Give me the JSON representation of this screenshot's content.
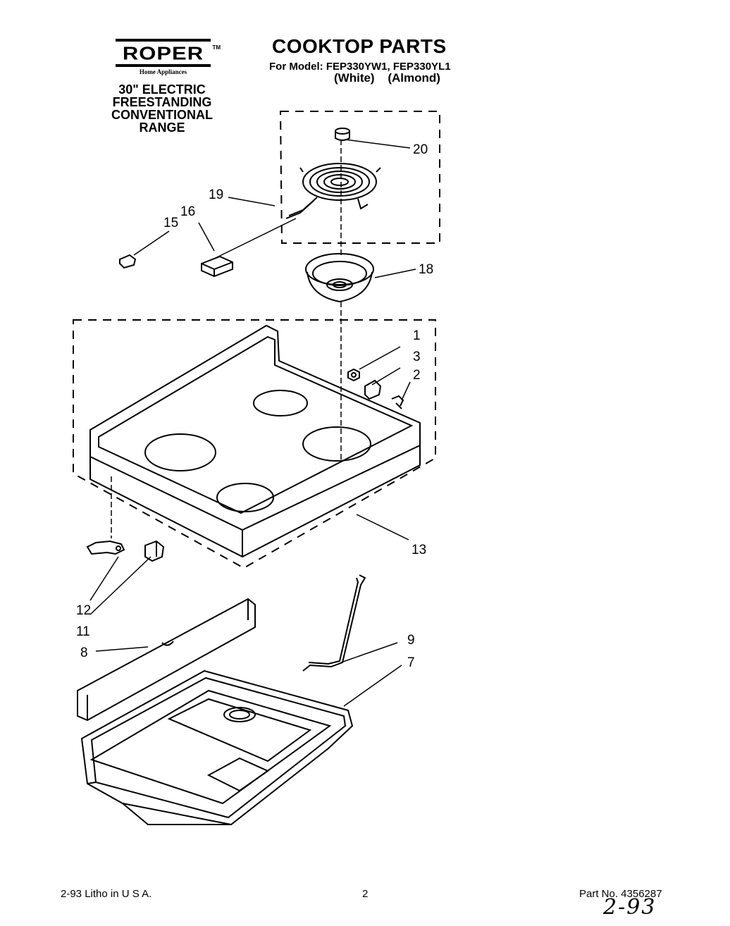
{
  "brand": {
    "name": "ROPER",
    "trademark": "TM",
    "tagline": "Home Appliances"
  },
  "product": {
    "line1": "30\" ELECTRIC",
    "line2": "FREESTANDING",
    "line3": "CONVENTIONAL",
    "line4": "RANGE"
  },
  "header": {
    "title": "COOKTOP PARTS",
    "model_line": "For Model: FEP330YW1, FEP330YL1",
    "color_white": "(White)",
    "color_almond": "(Almond)"
  },
  "callouts": {
    "c1": "1",
    "c2": "2",
    "c3": "3",
    "c7": "7",
    "c8": "8",
    "c9": "9",
    "c11": "11",
    "c12": "12",
    "c13": "13",
    "c15": "15",
    "c16": "16",
    "c18": "18",
    "c19": "19",
    "c20": "20"
  },
  "footer": {
    "litho": "2-93 Litho in U S A.",
    "page": "2",
    "part_number": "Part No. 4356287",
    "handwritten": "2-93"
  }
}
